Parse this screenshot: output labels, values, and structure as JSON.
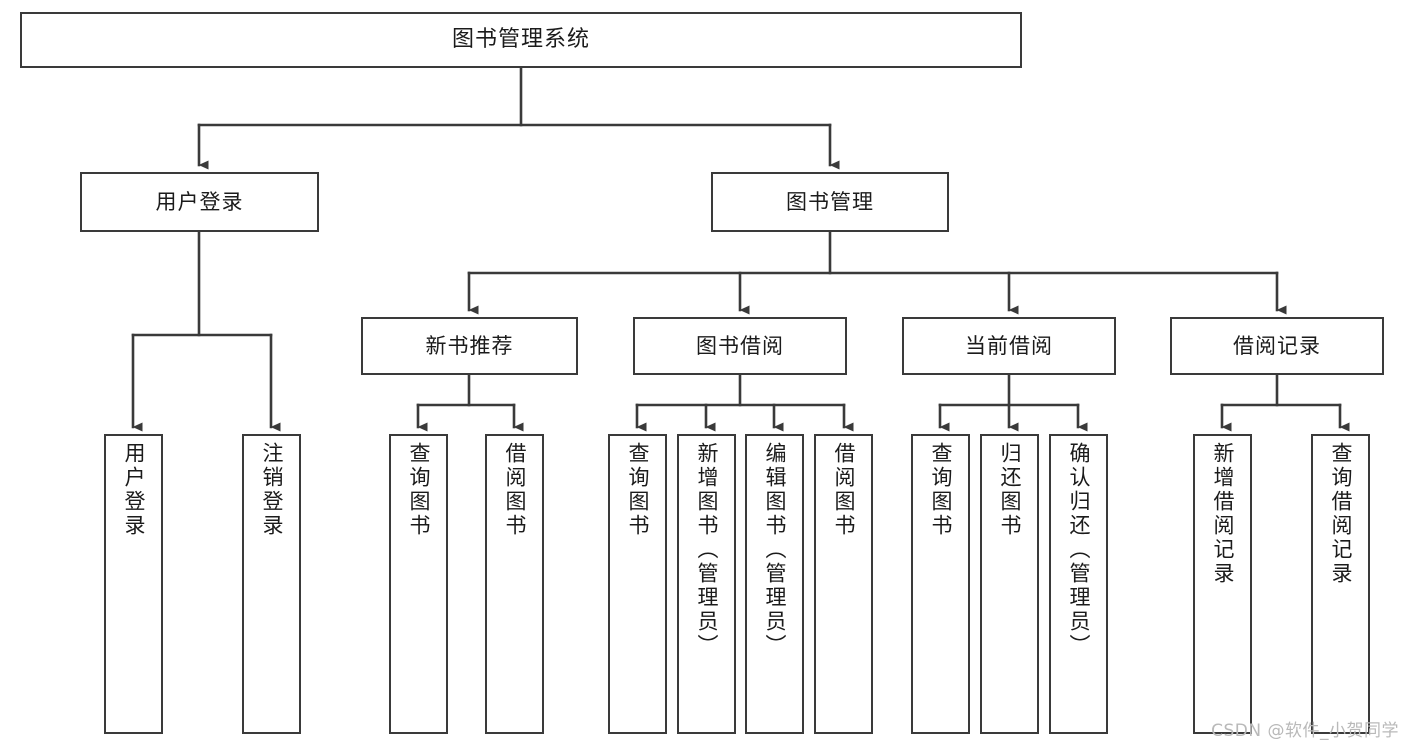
{
  "diagram": {
    "title": "图书管理系统",
    "type": "tree-hierarchy-chart",
    "watermark": "CSDN @软件_小贺同学",
    "colors": {
      "background": "#ffffff",
      "node_border": "#3a3a3a",
      "node_fill": "#ffffff",
      "connector": "#3a3a3a",
      "text": "#1b1b1b",
      "watermark": "#b9b9b9"
    }
  },
  "nodes": {
    "root": {
      "label": "图书管理系统"
    },
    "level1": [
      {
        "label": "用户登录"
      },
      {
        "label": "图书管理"
      }
    ],
    "level2": [
      {
        "label": "新书推荐"
      },
      {
        "label": "图书借阅"
      },
      {
        "label": "当前借阅"
      },
      {
        "label": "借阅记录"
      }
    ],
    "leaves": {
      "user_login": [
        {
          "label": "用户登录"
        },
        {
          "label": "注销登录"
        }
      ],
      "new_book_recommend": [
        {
          "label": "查询图书"
        },
        {
          "label": "借阅图书"
        }
      ],
      "book_borrow": [
        {
          "label": "查询图书"
        },
        {
          "label": "新增图书（管理员）"
        },
        {
          "label": "编辑图书（管理员）"
        },
        {
          "label": "借阅图书"
        }
      ],
      "current_borrow": [
        {
          "label": "查询图书"
        },
        {
          "label": "归还图书"
        },
        {
          "label": "确认归还（管理员）"
        }
      ],
      "borrow_record": [
        {
          "label": "新增借阅记录"
        },
        {
          "label": "查询借阅记录"
        }
      ]
    }
  },
  "edges": [
    {
      "from": "图书管理系统",
      "to": "用户登录"
    },
    {
      "from": "图书管理系统",
      "to": "图书管理"
    },
    {
      "from": "用户登录",
      "to": "用户登录"
    },
    {
      "from": "用户登录",
      "to": "注销登录"
    },
    {
      "from": "图书管理",
      "to": "新书推荐"
    },
    {
      "from": "图书管理",
      "to": "图书借阅"
    },
    {
      "from": "图书管理",
      "to": "当前借阅"
    },
    {
      "from": "图书管理",
      "to": "借阅记录"
    },
    {
      "from": "新书推荐",
      "to": "查询图书"
    },
    {
      "from": "新书推荐",
      "to": "借阅图书"
    },
    {
      "from": "图书借阅",
      "to": "查询图书"
    },
    {
      "from": "图书借阅",
      "to": "新增图书（管理员）"
    },
    {
      "from": "图书借阅",
      "to": "编辑图书（管理员）"
    },
    {
      "from": "图书借阅",
      "to": "借阅图书"
    },
    {
      "from": "当前借阅",
      "to": "查询图书"
    },
    {
      "from": "当前借阅",
      "to": "归还图书"
    },
    {
      "from": "当前借阅",
      "to": "确认归还（管理员）"
    },
    {
      "from": "借阅记录",
      "to": "新增借阅记录"
    },
    {
      "from": "借阅记录",
      "to": "查询借阅记录"
    }
  ]
}
